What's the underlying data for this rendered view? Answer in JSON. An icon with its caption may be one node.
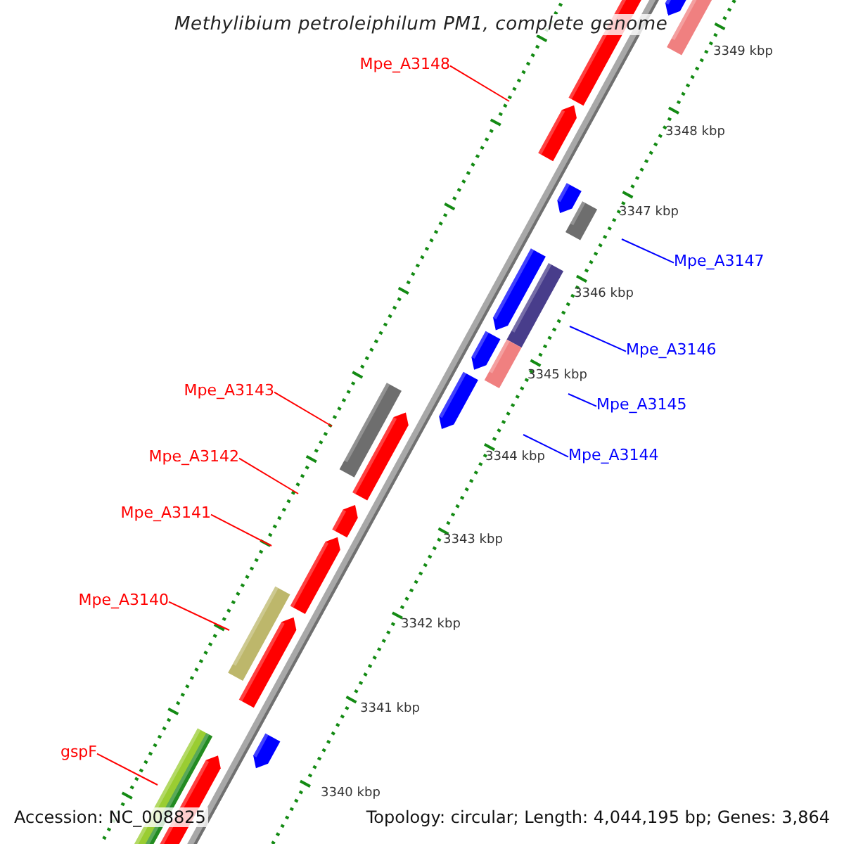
{
  "diagram": {
    "title": "Methylibium petroleiphilum PM1, complete genome",
    "nodes": [
      {
        "text": [
          "Mpe_A3148"
        ]
      },
      {
        "text": [
          "Mpe_A3147"
        ]
      },
      {
        "text": [
          "Mpe_A3146"
        ]
      },
      {
        "text": [
          "Mpe_A3145"
        ]
      },
      {
        "text": [
          "Mpe_A3144"
        ]
      },
      {
        "text": [
          "Mpe_A3143"
        ]
      },
      {
        "text": [
          "Mpe_A3142"
        ]
      },
      {
        "text": [
          "Mpe_A3141"
        ]
      },
      {
        "text": [
          "Mpe_A3140"
        ]
      },
      {
        "text": [
          "gspF"
        ]
      }
    ],
    "edges": [
      {
        "from": 0,
        "to": null,
        "arrow": "none"
      },
      {
        "from": 1,
        "to": null,
        "arrow": "none",
        "color": "#0000ff"
      },
      {
        "from": 2,
        "to": null,
        "arrow": "none",
        "color": "#0000ff"
      },
      {
        "from": 3,
        "to": null,
        "arrow": "none",
        "color": "#0000ff"
      },
      {
        "from": 4,
        "to": null,
        "arrow": "none",
        "color": "#0000ff"
      },
      {
        "from": 5,
        "to": null,
        "arrow": "none"
      },
      {
        "from": 6,
        "to": null,
        "arrow": "none"
      },
      {
        "from": 7,
        "to": null,
        "arrow": "none"
      },
      {
        "from": 8,
        "to": null,
        "arrow": "none"
      },
      {
        "from": 9,
        "to": null,
        "arrow": "none"
      }
    ],
    "labels": [
      "3349 kbp",
      "3348 kbp",
      "3347 kbp",
      "3346 kbp",
      "3345 kbp",
      "3344 kbp",
      "3343 kbp",
      "3342 kbp",
      "3341 kbp",
      "3340 kbp",
      "Accession: NC_008825",
      "Topology: circular; Length: 4,044,195 bp; Genes: 3,864"
    ]
  }
}
